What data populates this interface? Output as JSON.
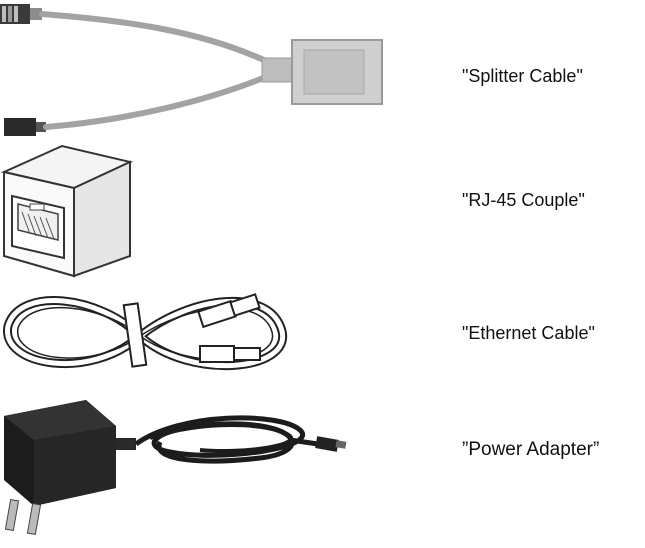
{
  "items": [
    {
      "label": "\"Splitter Cable\"",
      "icon": "splitter-cable-icon"
    },
    {
      "label": "\"RJ-45 Couple\"",
      "icon": "rj45-coupler-icon"
    },
    {
      "label": "\"Ethernet Cable\"",
      "icon": "ethernet-cable-icon"
    },
    {
      "label": "”Power Adapter”",
      "icon": "power-adapter-icon"
    }
  ],
  "colors": {
    "cable_gray": "#9a9a9a",
    "plug_dark": "#2a2a2a",
    "adapter_black": "#1c1c1c",
    "text": "#111111"
  }
}
